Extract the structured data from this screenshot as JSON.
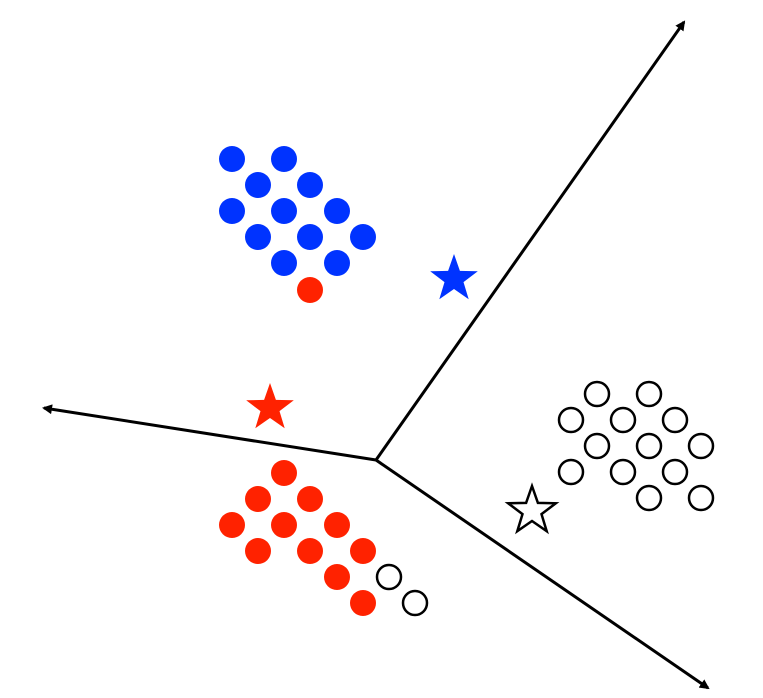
{
  "diagram": {
    "title": "",
    "colors": {
      "class_blue": "#0033ff",
      "class_red": "#ff2200",
      "class_open": "#ffffff",
      "stroke": "#000000",
      "background": "#ffffff"
    },
    "axes": [
      {
        "name": "axis-upper-right",
        "direction": "upper-right"
      },
      {
        "name": "axis-left",
        "direction": "left"
      },
      {
        "name": "axis-lower-right",
        "direction": "lower-right"
      }
    ],
    "clusters": [
      {
        "name": "blue-cluster",
        "class": "blue",
        "point_count": 12
      },
      {
        "name": "red-cluster",
        "class": "red",
        "point_count": 11
      },
      {
        "name": "open-cluster",
        "class": "open",
        "point_count": 13
      }
    ],
    "outliers": [
      {
        "name": "red-point-in-blue-cluster",
        "class": "red"
      },
      {
        "name": "open-points-in-red-cluster",
        "class": "open",
        "count": 2
      }
    ],
    "prototypes": [
      {
        "name": "blue-star",
        "class": "blue"
      },
      {
        "name": "red-star",
        "class": "red"
      },
      {
        "name": "open-star",
        "class": "open"
      }
    ]
  }
}
